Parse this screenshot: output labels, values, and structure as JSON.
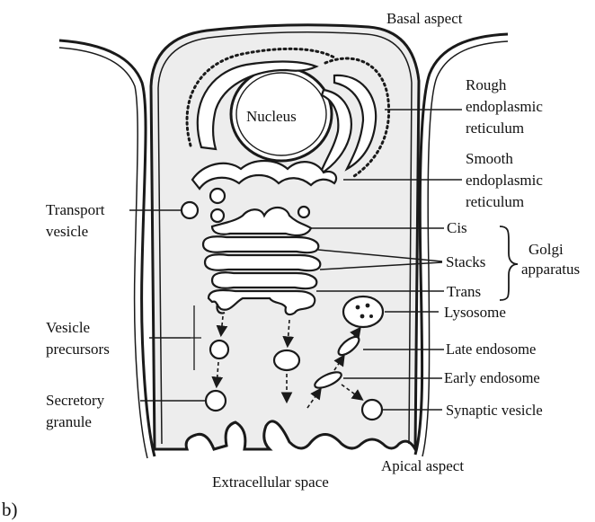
{
  "figure": {
    "panel_label": "b)",
    "labels": {
      "basal_aspect": "Basal aspect",
      "nucleus": "Nucleus",
      "rough_er": [
        "Rough",
        "endoplasmic",
        "reticulum"
      ],
      "smooth_er": [
        "Smooth",
        "endoplasmic",
        "reticulum"
      ],
      "transport_vesicle": [
        "Transport",
        "vesicle"
      ],
      "cis": "Cis",
      "stacks": "Stacks",
      "trans": "Trans",
      "golgi": [
        "Golgi",
        "apparatus"
      ],
      "lysosome": "Lysosome",
      "vesicle_precursors": [
        "Vesicle",
        "precursors"
      ],
      "late_endosome": "Late endosome",
      "early_endosome": "Early endosome",
      "secretory_granule": [
        "Secretory",
        "granule"
      ],
      "synaptic_vesicle": "Synaptic vesicle",
      "apical_aspect": "Apical aspect",
      "extracellular_space": "Extracellular space"
    },
    "colors": {
      "ink": "#1a1a1a",
      "cytoplasm": "#ededed",
      "background": "#ffffff"
    }
  }
}
